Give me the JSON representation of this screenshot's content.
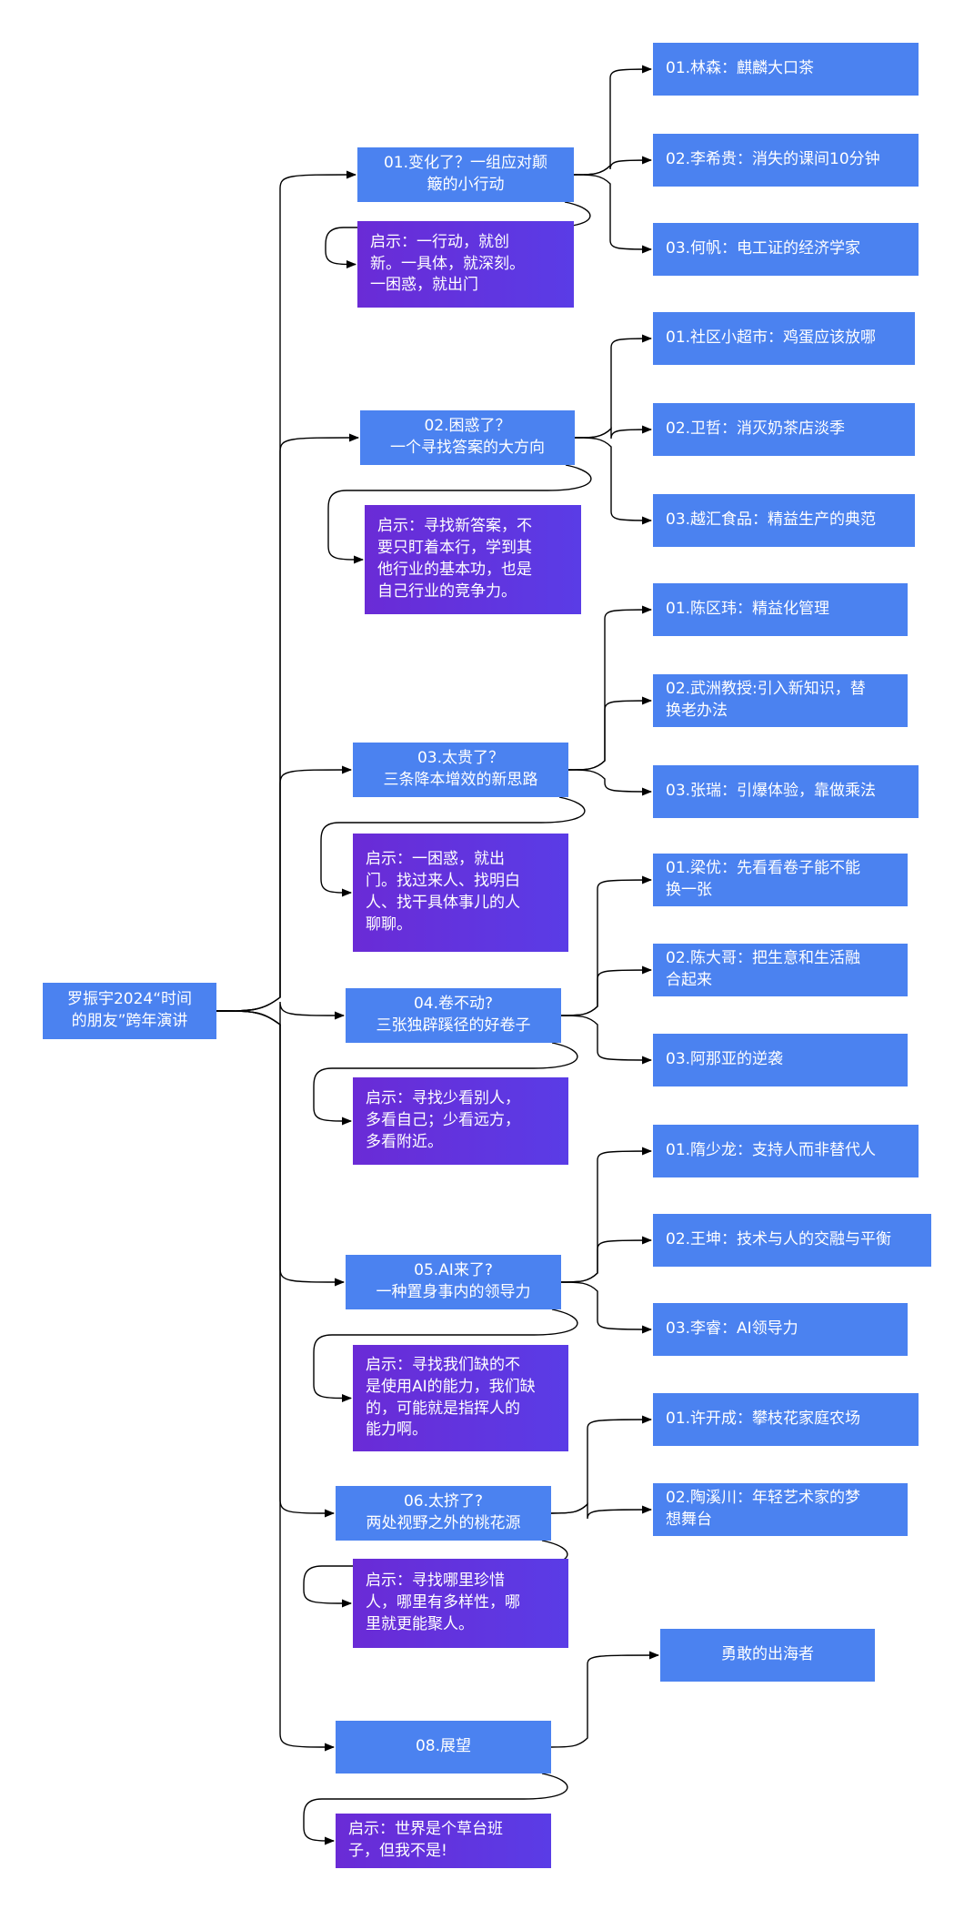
{
  "root": "罗振宇2024“时间\n的朋友”跨年演讲",
  "sections": [
    {
      "title": "01.变化了？一组应对颠\n簸的小行动",
      "insight": "启示：一行动，就创\n新。一具体，就深刻。\n一困惑，就出门",
      "items": [
        "01.林森：麒麟大口茶",
        "02.李希贵：消失的课间10分钟",
        "03.何帆：电工证的经济学家"
      ]
    },
    {
      "title": "02.困惑了？\n一个寻找答案的大方向",
      "insight": "启示：寻找新答案，不\n要只盯着本行，学到其\n他行业的基本功，也是\n自己行业的竞争力。",
      "items": [
        "01.社区小超市：鸡蛋应该放哪",
        "02.卫哲：消灭奶茶店淡季",
        "03.越汇食品：精益生产的典范"
      ]
    },
    {
      "title": "03.太贵了？\n三条降本增效的新思路",
      "insight": "启示：一困惑，就出\n门。找过来人、找明白\n人、找干具体事儿的人\n聊聊。",
      "items": [
        "01.陈区玮：精益化管理",
        "02.武洲教授:引入新知识，替\n换老办法",
        "03.张瑞：引爆体验，靠做乘法"
      ]
    },
    {
      "title": "04.卷不动?\n三张独辟蹊径的好卷子",
      "insight": "启示：寻找少看别人，\n多看自己；少看远方，\n多看附近。",
      "items": [
        "01.梁优：先看看卷子能不能\n换一张",
        "02.陈大哥：把生意和生活融\n合起来",
        "03.阿那亚的逆袭"
      ]
    },
    {
      "title": "05.AI来了?\n一种置身事内的领导力",
      "insight": "启示：寻找我们缺的不\n是使用AI的能力，我们缺\n的，可能就是指挥人的\n能力啊。",
      "items": [
        "01.隋少龙：支持人而非替代人",
        "02.王坤：技术与人的交融与平衡",
        "03.李睿：AI领导力"
      ]
    },
    {
      "title": "06.太挤了?\n两处视野之外的桃花源",
      "insight": "启示：寻找哪里珍惜\n人，哪里有多样性，哪\n里就更能聚人。",
      "items": [
        "01.许开成：攀枝花家庭农场",
        "02.陶溪川：年轻艺术家的梦\n想舞台"
      ]
    },
    {
      "title": "08.展望",
      "insight": "启示：世界是个草台班\n子，但我不是!",
      "items": [
        "勇敢的出海者"
      ]
    }
  ]
}
